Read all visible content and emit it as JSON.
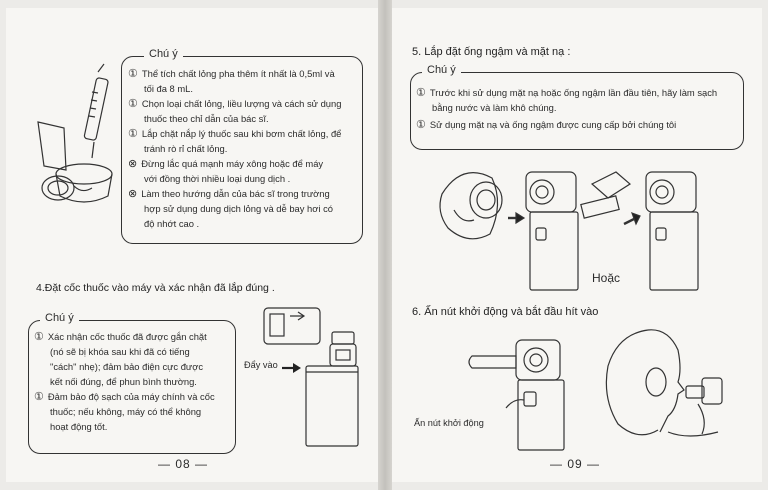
{
  "left_page": {
    "note1": {
      "title": "Chú ý",
      "lines": [
        {
          "marker": "①",
          "text": "Thể tích chất lỏng pha thêm ít nhất là 0,5ml và"
        },
        {
          "marker": "",
          "text": "tối đa 8 mL."
        },
        {
          "marker": "①",
          "text": "Chọn loại chất lỏng, liều lượng và cách sử dụng"
        },
        {
          "marker": "",
          "text": "thuốc theo chỉ dẫn của bác sĩ."
        },
        {
          "marker": "①",
          "text": "Lắp chặt nắp lý thuốc sau khi bơm chất lỏng, để"
        },
        {
          "marker": "",
          "text": "tránh rò rỉ chất lỏng."
        },
        {
          "marker": "⊗",
          "text": "Đừng lắc quá mạnh máy xông hoặc để máy"
        },
        {
          "marker": "",
          "text": "với đồng thời nhiều loại dung dịch ."
        },
        {
          "marker": "⊗",
          "text": "Làm theo hướng dẫn của bác sĩ trong trường"
        },
        {
          "marker": "",
          "text": "hợp sử dụng dung dịch lỏng và dễ bay hơi có"
        },
        {
          "marker": "",
          "text": "độ nhớt cao ."
        }
      ]
    },
    "step4_heading": "4.Đặt cốc thuốc vào máy và xác nhận đã lắp đúng .",
    "note2": {
      "title": "Chú ý",
      "lines": [
        {
          "marker": "①",
          "text": "Xác nhận cốc thuốc đã được gắn chặt"
        },
        {
          "marker": "",
          "text": "(nó sẽ bị khóa sau khi đã có tiếng"
        },
        {
          "marker": "",
          "text": "\"cách\" nhẹ); đảm bảo điện cực được"
        },
        {
          "marker": "",
          "text": "kết nối đúng, để phun bình thường."
        },
        {
          "marker": "①",
          "text": "Đảm bảo độ sạch của máy chính và cốc"
        },
        {
          "marker": "",
          "text": "thuốc; nếu không, máy có thể không"
        },
        {
          "marker": "",
          "text": "hoạt động tốt."
        }
      ]
    },
    "push_label": "Đẩy vào",
    "page_number": "08"
  },
  "right_page": {
    "step5_heading": "5. Lắp đặt ống ngậm và mặt nạ :",
    "note3": {
      "title": "Chú ý",
      "lines": [
        {
          "marker": "①",
          "text": "Trước khi sử dụng mặt nạ hoặc ống ngậm lần đầu tiên, hãy làm sạch"
        },
        {
          "marker": "",
          "text": "bằng nước và làm khô chúng."
        },
        {
          "marker": "①",
          "text": "Sử dụng mặt nạ và ống ngậm được cung cấp bởi chúng tôi"
        }
      ]
    },
    "or_label": "Hoặc",
    "step6_heading": "6. Ấn nút khởi động và bắt đầu hít vào",
    "press_label": "Ấn nút khởi động",
    "page_number": "09"
  }
}
